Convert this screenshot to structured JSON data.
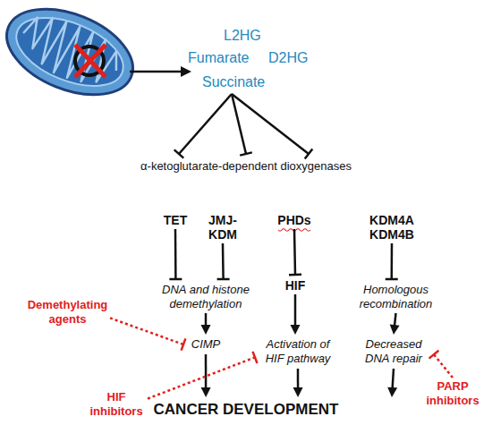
{
  "diagram": {
    "nodes": [
      {
        "text": [
          "L2HG",
          "Fumarate",
          "D2HG",
          "Succinate"
        ]
      },
      {
        "text": [
          "α-ketoglutarate-dependent dioxygenases"
        ]
      },
      {
        "text": [
          "TET"
        ]
      },
      {
        "text": [
          "JMJ- KDM"
        ]
      },
      {
        "text": [
          "PHDs"
        ]
      },
      {
        "text": [
          "KDM4A KDM4B"
        ]
      },
      {
        "text": [
          "DNA and histone demethylation"
        ]
      },
      {
        "text": [
          "HIF"
        ]
      },
      {
        "text": [
          "Homologous recombination"
        ]
      },
      {
        "text": [
          "CIMP"
        ]
      },
      {
        "text": [
          "Activation of HIF pathway"
        ]
      },
      {
        "text": [
          "Decreased DNA repair"
        ]
      },
      {
        "text": [
          "CANCER DEVELOPMENT"
        ]
      },
      {
        "text": [
          "Demethylating agents"
        ]
      },
      {
        "text": [
          "HIF inhibitors"
        ]
      },
      {
        "text": [
          "PARP inhibitors"
        ]
      }
    ],
    "edges": [
      {
        "from": 0,
        "to": 1,
        "arrow": "to"
      },
      {
        "from": 0,
        "to": 1,
        "arrow": "to"
      },
      {
        "from": 0,
        "to": 1,
        "arrow": "to"
      },
      {
        "from": 2,
        "to": 6,
        "arrow": "to"
      },
      {
        "from": 3,
        "to": 6,
        "arrow": "to"
      },
      {
        "from": 4,
        "to": 7,
        "arrow": "to"
      },
      {
        "from": 5,
        "to": 8,
        "arrow": "to"
      },
      {
        "from": 6,
        "to": 9,
        "arrow": "to"
      },
      {
        "from": 7,
        "to": 10,
        "arrow": "to"
      },
      {
        "from": 8,
        "to": 11,
        "arrow": "to"
      },
      {
        "from": 9,
        "to": 12,
        "arrow": "to"
      },
      {
        "from": 10,
        "to": 12,
        "arrow": "to"
      },
      {
        "from": 11,
        "to": 12,
        "arrow": "to"
      },
      {
        "from": 13,
        "to": 9,
        "arrow": "to"
      },
      {
        "from": 14,
        "to": 10,
        "arrow": "to"
      },
      {
        "from": 15,
        "to": 11,
        "arrow": "to"
      }
    ]
  }
}
